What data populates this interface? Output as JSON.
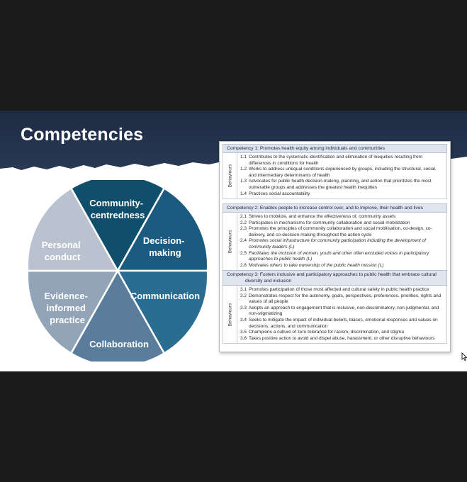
{
  "slide": {
    "title": "Competencies",
    "colors": {
      "header": "#1d2b42",
      "community": "#0f4f6c",
      "decision": "#1b5b80",
      "communication": "#2a6d90",
      "collaboration": "#5a7d9c",
      "evidence": "#91a4b8",
      "personal": "#b9c2ce"
    }
  },
  "wheel": {
    "segments": [
      {
        "lines": [
          "Community-",
          "centredness"
        ]
      },
      {
        "lines": [
          "Decision-",
          "making"
        ]
      },
      {
        "lines": [
          "Communication"
        ]
      },
      {
        "lines": [
          "Collaboration"
        ]
      },
      {
        "lines": [
          "Evidence-",
          "informed",
          "practice"
        ]
      },
      {
        "lines": [
          "Personal",
          "conduct"
        ]
      }
    ]
  },
  "table": {
    "behaviours_label": "Behaviours",
    "competencies": [
      {
        "heading": [
          "Competency 1: Promotes health equity among individuals and communities"
        ],
        "items": [
          {
            "num": "1.1",
            "lines": [
              "Contributes to the systematic identification and elimination of inequities resulting from",
              "differences in conditions for health"
            ],
            "italic": false
          },
          {
            "num": "1.2",
            "lines": [
              "Works to address unequal conditions experienced by groups, including the structural,",
              "social, and intermediary determinants of health"
            ],
            "italic": false
          },
          {
            "num": "1.3",
            "lines": [
              "Advocates for public health decision-making, planning, and action that prioritizes the most",
              "vulnerable groups and addresses the greatest health inequities"
            ],
            "italic": false
          },
          {
            "num": "1.4",
            "lines": [
              "Practices social accountability"
            ],
            "italic": false
          }
        ]
      },
      {
        "heading": [
          "Competency 2: Enables people to increase control over, and to improve, their health and lives"
        ],
        "items": [
          {
            "num": "2.1",
            "lines": [
              "Strives to mobilize, and enhance the effectiveness of, community assets"
            ],
            "italic": false
          },
          {
            "num": "2.2",
            "lines": [
              "Participates in mechanisms for community collaboration and social mobilization"
            ],
            "italic": false
          },
          {
            "num": "2.3",
            "lines": [
              "Promotes the principles of community collaboration and social mobilisation, co-design, co-",
              "delivery, and co-decision-making throughout the action cycle"
            ],
            "italic": false
          },
          {
            "num": "2.4",
            "lines": [
              "Promotes social infrastructure for community participation including the development of",
              "community leaders (L)"
            ],
            "italic": true
          },
          {
            "num": "2.5",
            "lines": [
              "Facilitates the inclusion of women, youth and other often excluded voices in participatory",
              "approaches to public health (L)"
            ],
            "italic": true
          },
          {
            "num": "2.6",
            "lines": [
              "Motivates others to take ownership of the public health mission (L)"
            ],
            "italic": true
          }
        ]
      },
      {
        "heading": [
          "Competency 3: Fosters inclusive and participatory approaches to public health that embrace cultural",
          "diversity and inclusion"
        ],
        "items": [
          {
            "num": "3.1",
            "lines": [
              "Promotes participation of those most affected and cultural safety in public health practice"
            ],
            "italic": false
          },
          {
            "num": "3.2",
            "lines": [
              "Demonstrates respect for the autonomy, goals, perspectives, preferences, priorities, rights",
              "and values of all people"
            ],
            "italic": false
          },
          {
            "num": "3.3",
            "lines": [
              "Adopts an approach to engagement that is inclusive, non-discriminatory, non-judgmental,",
              "and non-stigmatizing"
            ],
            "italic": false
          },
          {
            "num": "3.4",
            "lines": [
              "Seeks to mitigate the impact of individual beliefs, biases, emotional responses and values",
              "on decisions, actions, and communication"
            ],
            "italic": false
          },
          {
            "num": "3.5",
            "lines": [
              "Champions a culture of zero tolerance for racism, discrimination, and stigma"
            ],
            "italic": false
          },
          {
            "num": "3.6",
            "lines": [
              "Takes positive action to avoid and dispel abuse, harassment, or other disruptive behaviours"
            ],
            "italic": false
          }
        ]
      }
    ]
  }
}
